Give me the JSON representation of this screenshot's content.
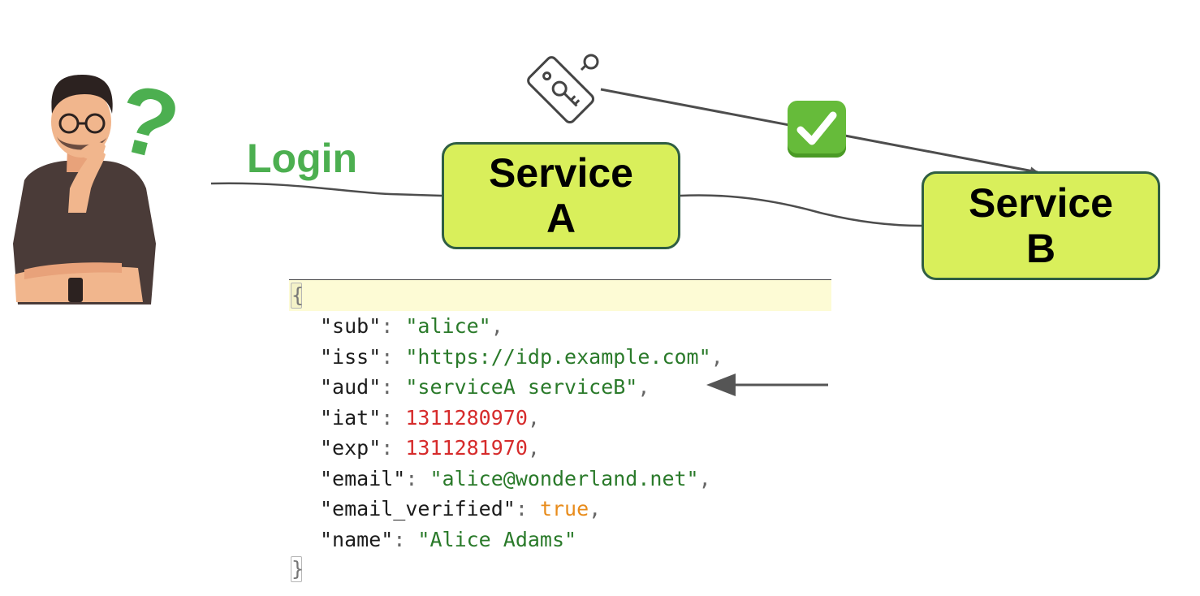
{
  "diagram": {
    "login_label": "Login",
    "question_mark": "?",
    "service_a": {
      "line1": "Service",
      "line2": "A"
    },
    "service_b": {
      "line1": "Service",
      "line2": "B"
    },
    "icons": {
      "person": "thinking-person-icon",
      "key_tag": "key-tag-icon",
      "check": "check-mark-icon",
      "arrow": "arrow-left-icon"
    },
    "colors": {
      "service_box_fill": "#d9ef5b",
      "service_box_border": "#2f5e43",
      "login_text": "#4caf50",
      "check_badge": "#66bb3a",
      "json_string": "#2a7a2a",
      "json_number": "#d62b2b",
      "json_boolean": "#e88c1c"
    }
  },
  "token": {
    "open_brace": "{",
    "close_brace": "}",
    "fields": [
      {
        "key": "\"sub\"",
        "value": "\"alice\"",
        "type": "string",
        "comma": ","
      },
      {
        "key": "\"iss\"",
        "value": "\"https://idp.example.com\"",
        "type": "string",
        "comma": ","
      },
      {
        "key": "\"aud\"",
        "value": "\"serviceA serviceB\"",
        "type": "string",
        "comma": ","
      },
      {
        "key": "\"iat\"",
        "value": "1311280970",
        "type": "number",
        "comma": ","
      },
      {
        "key": "\"exp\"",
        "value": "1311281970",
        "type": "number",
        "comma": ","
      },
      {
        "key": "\"email\"",
        "value": "\"alice@wonderland.net\"",
        "type": "string",
        "comma": ","
      },
      {
        "key": "\"email_verified\"",
        "value": "true",
        "type": "boolean",
        "comma": ","
      },
      {
        "key": "\"name\"",
        "value": "\"Alice Adams\"",
        "type": "string",
        "comma": ""
      }
    ]
  }
}
